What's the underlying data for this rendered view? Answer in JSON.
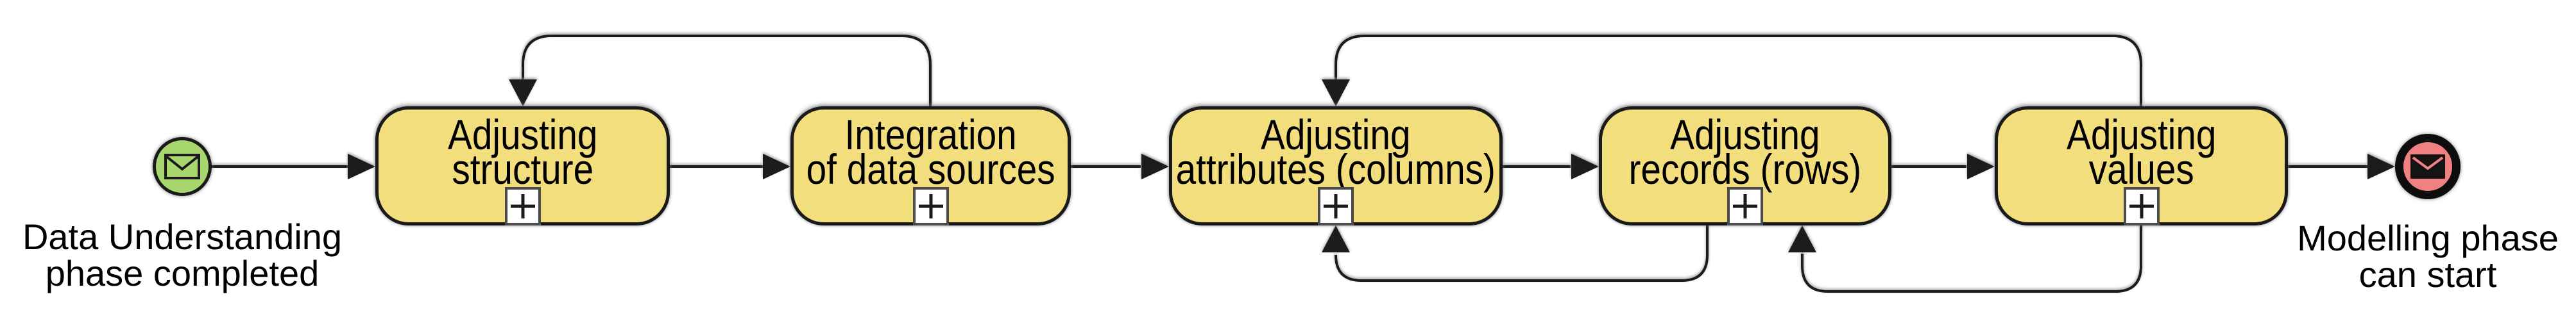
{
  "diagram": {
    "kind": "BPMN process",
    "start_event": {
      "icon": "message-envelope-icon",
      "label_line1": "Data Understanding",
      "label_line2": "phase completed"
    },
    "end_event": {
      "icon": "message-envelope-icon",
      "label_line1": "Modelling phase",
      "label_line2": "can start"
    },
    "tasks": [
      {
        "line1": "Adjusting",
        "line2": "structure",
        "marker": "subprocess-plus"
      },
      {
        "line1": "Integration",
        "line2": "of data sources",
        "marker": "subprocess-plus"
      },
      {
        "line1": "Adjusting",
        "line2": "attributes (columns)",
        "marker": "subprocess-plus"
      },
      {
        "line1": "Adjusting",
        "line2": "records (rows)",
        "marker": "subprocess-plus"
      },
      {
        "line1": "Adjusting",
        "line2": "values",
        "marker": "subprocess-plus"
      }
    ],
    "flows": [
      {
        "from": "start-event",
        "to": "Adjusting structure",
        "kind": "sequence"
      },
      {
        "from": "Adjusting structure",
        "to": "Integration of data sources",
        "kind": "sequence"
      },
      {
        "from": "Integration of data sources",
        "to": "Adjusting attributes (columns)",
        "kind": "sequence"
      },
      {
        "from": "Adjusting attributes (columns)",
        "to": "Adjusting records (rows)",
        "kind": "sequence"
      },
      {
        "from": "Adjusting records (rows)",
        "to": "Adjusting values",
        "kind": "sequence"
      },
      {
        "from": "Adjusting values",
        "to": "end-event",
        "kind": "sequence"
      },
      {
        "from": "Integration of data sources",
        "to": "Adjusting structure",
        "kind": "loop-back-top"
      },
      {
        "from": "Adjusting values",
        "to": "Adjusting attributes (columns)",
        "kind": "loop-back-top"
      },
      {
        "from": "Adjusting records (rows)",
        "to": "Adjusting attributes (columns)",
        "kind": "loop-back-bottom"
      },
      {
        "from": "Adjusting values",
        "to": "Adjusting records (rows)",
        "kind": "loop-back-bottom"
      }
    ],
    "colors": {
      "background": "#ffffff",
      "task_fill": "#F2DE7C",
      "task_border": "#1a1a1a",
      "start_fill": "#A8D76F",
      "end_fill": "#F08081",
      "flow_color": "#1a1a1a",
      "text_color": "#000000"
    }
  }
}
